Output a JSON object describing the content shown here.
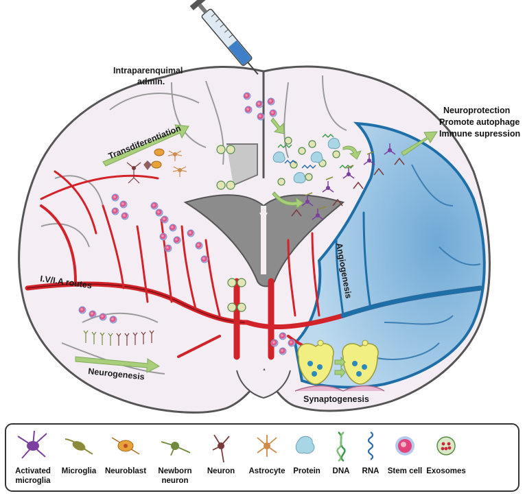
{
  "labels": {
    "injection": [
      "Intraparenquimal",
      "admin."
    ],
    "transdifferentiation": "Transdiferentiation",
    "effects": [
      "Neuroprotection",
      "Promote autophage",
      "Immune supression"
    ],
    "routes": "I.V/I.A routes",
    "angiogenesis": "Angiogenesis",
    "neurogenesis": "Neurogenesis",
    "synaptogenesis": "Synaptogenesis"
  },
  "legend": [
    {
      "icon": "activated-microglia-icon",
      "label": [
        "Activated",
        "microglia"
      ],
      "color": "#7b3fa0"
    },
    {
      "icon": "microglia-icon",
      "label": [
        "Microglia"
      ],
      "color": "#8a8a3a"
    },
    {
      "icon": "neuroblast-icon",
      "label": [
        "Neuroblast"
      ],
      "color": "#e8a23a"
    },
    {
      "icon": "newborn-neuron-icon",
      "label": [
        "Newborn",
        "neuron"
      ],
      "color": "#6f8a3c"
    },
    {
      "icon": "neuron-icon",
      "label": [
        "Neuron"
      ],
      "color": "#7a3a3a"
    },
    {
      "icon": "astrocyte-icon",
      "label": [
        "Astrocyte"
      ],
      "color": "#d08a4a"
    },
    {
      "icon": "protein-icon",
      "label": [
        "Protein"
      ],
      "color": "#a9d6e4"
    },
    {
      "icon": "dna-icon",
      "label": [
        "DNA"
      ],
      "color": "#3a9a4a"
    },
    {
      "icon": "rna-icon",
      "label": [
        "RNA"
      ],
      "color": "#2a6aa8"
    },
    {
      "icon": "stem-cell-icon",
      "label": [
        "Stem cell"
      ],
      "color": "#e0447a"
    },
    {
      "icon": "exosomes-icon",
      "label": [
        "Exosomes"
      ],
      "color": "#c8283a"
    }
  ],
  "colors": {
    "tissue": "#f4eef4",
    "outline": "#555555",
    "vessel": "#d2232a",
    "lesion": "#8fbfe0",
    "lesion_dark": "#1e6fa8",
    "arrow": "#a9cf7a",
    "ventricle": "#8c8c8c"
  }
}
